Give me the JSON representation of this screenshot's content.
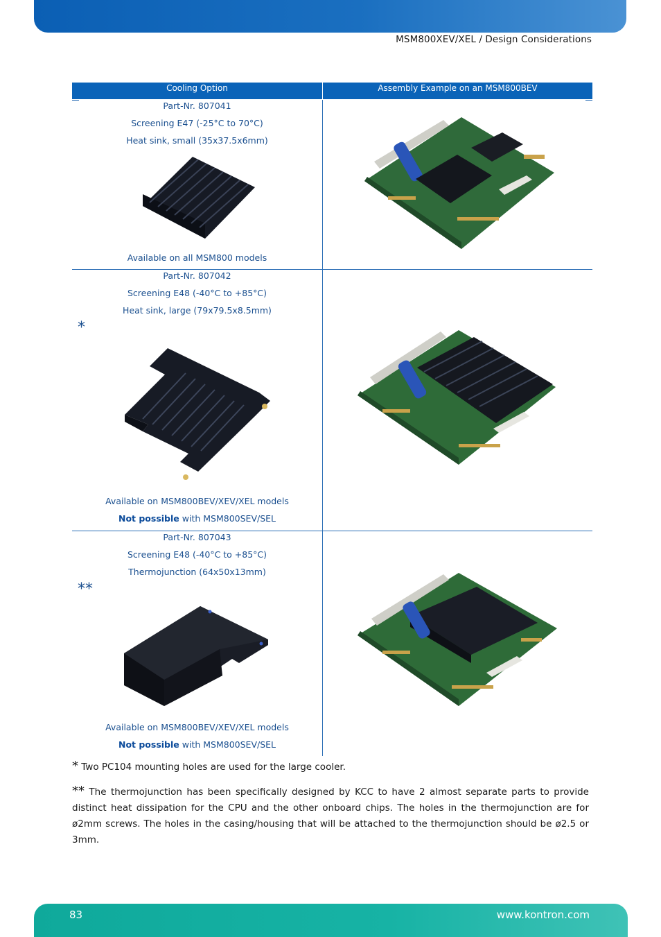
{
  "header": {
    "title": "MSM800XEV/XEL / Design Considerations"
  },
  "table": {
    "col_left": "Cooling Option",
    "col_right": "Assembly Example on an MSM800BEV",
    "rows": [
      {
        "part": "Part-Nr. 807041",
        "screening": "Screening E47 (-25°C to 70°C)",
        "desc": "Heat sink, small (35x37.5x6mm)",
        "availability": "Available on all MSM800 models"
      },
      {
        "part": "Part-Nr. 807042",
        "screening": "Screening E48 (-40°C to +85°C)",
        "desc": "Heat sink, large (79x79.5x8.5mm)",
        "marker": "*",
        "availability": "Available on MSM800BEV/XEV/XEL models",
        "not_possible_bold": "Not possible",
        "not_possible_rest": " with MSM800SEV/SEL"
      },
      {
        "part": "Part-Nr. 807043",
        "screening": "Screening E48 (-40°C to +85°C)",
        "desc": "Thermojunction (64x50x13mm)",
        "marker": "**",
        "availability": "Available on MSM800BEV/XEV/XEL models",
        "not_possible_bold": "Not possible",
        "not_possible_rest": " with MSM800SEV/SEL"
      }
    ]
  },
  "notes": {
    "note1_symbol": "*",
    "note1": " Two PC104 mounting holes are used for the large cooler.",
    "note2_symbol": "**",
    "note2": " The thermojunction has been specifically designed by KCC to have 2 almost separate parts to provide distinct heat dissipation for the CPU and the other onboard chips. The holes in the thermojunction are for ø2mm screws. The holes in the casing/housing that will be attached to the thermojunction should be ø2.5 or 3mm."
  },
  "footer": {
    "page_number": "83",
    "url": "www.kontron.com"
  },
  "colors": {
    "header_band": "#0b5fb4",
    "footer_band": "#17b3a5",
    "table_head": "#0a63b8",
    "text_blue": "#1a4f8f"
  }
}
